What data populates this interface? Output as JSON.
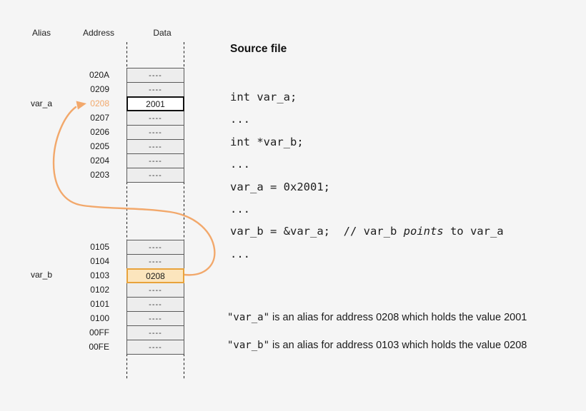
{
  "colors": {
    "background": "#f5f5f5",
    "accent_orange": "#f2a86b",
    "highlight_cell_fill": "#fce5bd",
    "highlight_cell_border": "#e8a33c",
    "cell_fill": "#ededed",
    "cell_border": "#5a5a5a",
    "target_cell_border": "#111111",
    "text": "#1a1a1a"
  },
  "diagram": {
    "headers": {
      "alias": "Alias",
      "address": "Address",
      "data": "Data"
    },
    "alias_a": "var_a",
    "alias_b": "var_b",
    "top_block": [
      {
        "address": "020A",
        "data": "----",
        "highlight": ""
      },
      {
        "address": "0209",
        "data": "----",
        "highlight": ""
      },
      {
        "address": "0208",
        "data": "2001",
        "highlight": "target"
      },
      {
        "address": "0207",
        "data": "----",
        "highlight": ""
      },
      {
        "address": "0206",
        "data": "----",
        "highlight": ""
      },
      {
        "address": "0205",
        "data": "----",
        "highlight": ""
      },
      {
        "address": "0204",
        "data": "----",
        "highlight": ""
      },
      {
        "address": "0203",
        "data": "----",
        "highlight": ""
      }
    ],
    "bottom_block": [
      {
        "address": "0105",
        "data": "----",
        "highlight": ""
      },
      {
        "address": "0104",
        "data": "----",
        "highlight": ""
      },
      {
        "address": "0103",
        "data": "0208",
        "highlight": "pointer"
      },
      {
        "address": "0102",
        "data": "----",
        "highlight": ""
      },
      {
        "address": "0101",
        "data": "----",
        "highlight": ""
      },
      {
        "address": "0100",
        "data": "----",
        "highlight": ""
      },
      {
        "address": "00FF",
        "data": "----",
        "highlight": ""
      },
      {
        "address": "00FE",
        "data": "----",
        "highlight": ""
      }
    ]
  },
  "source": {
    "title": "Source file",
    "lines": [
      {
        "text": "int var_a;"
      },
      {
        "text": "..."
      },
      {
        "text": "int *var_b;"
      },
      {
        "text": "..."
      },
      {
        "text": "var_a = 0x2001;"
      },
      {
        "text": "..."
      },
      {
        "pre": "var_b = &var_a;  // var_b ",
        "italic": "points",
        "post": " to var_a"
      },
      {
        "text": "..."
      }
    ]
  },
  "notes": [
    {
      "code": "\"var_a\"",
      "text": " is an alias for address 0208 which holds the value 2001"
    },
    {
      "code": "\"var_b\"",
      "text": " is an alias for address 0103 which holds the value 0208"
    }
  ]
}
